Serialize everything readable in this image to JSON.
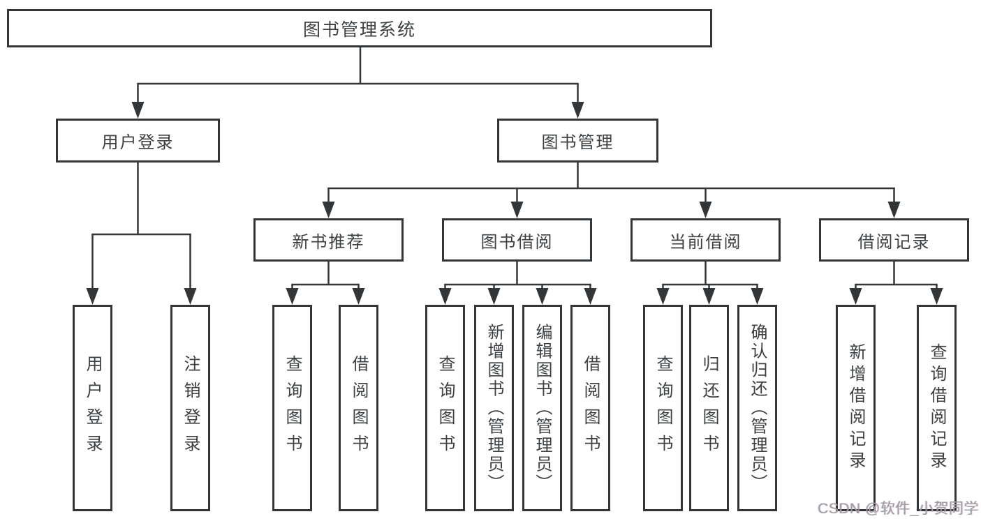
{
  "diagram": {
    "root": {
      "label": "图书管理系统",
      "children": [
        {
          "label": "用户登录",
          "children": [
            {
              "label": "用户登录"
            },
            {
              "label": "注销登录"
            }
          ]
        },
        {
          "label": "图书管理",
          "children": [
            {
              "label": "新书推荐",
              "children": [
                {
                  "label": "查询图书"
                },
                {
                  "label": "借阅图书"
                }
              ]
            },
            {
              "label": "图书借阅",
              "children": [
                {
                  "label": "查询图书"
                },
                {
                  "label": "新增图书（管理员）"
                },
                {
                  "label": "编辑图书（管理员）"
                },
                {
                  "label": "借阅图书"
                }
              ]
            },
            {
              "label": "当前借阅",
              "children": [
                {
                  "label": "查询图书"
                },
                {
                  "label": "归还图书"
                },
                {
                  "label": "确认归还（管理员）"
                }
              ]
            },
            {
              "label": "借阅记录",
              "children": [
                {
                  "label": "新增借阅记录"
                },
                {
                  "label": "查询借阅记录"
                }
              ]
            }
          ]
        }
      ]
    }
  },
  "watermark": {
    "text": "CSDN @软件_小贺同学"
  },
  "colors": {
    "line": "#333638",
    "text": "#3c4043",
    "background": "#ffffff",
    "watermark": "#9e9e9e"
  }
}
